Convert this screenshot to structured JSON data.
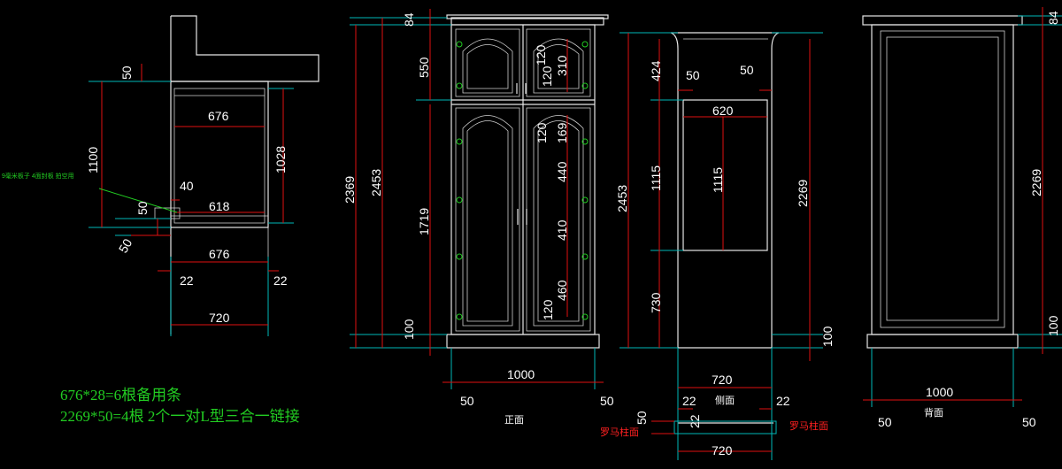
{
  "section": {
    "d_50_top": "50",
    "d_1100": "1100",
    "d_1028": "1028",
    "d_676_inner": "676",
    "d_40": "40",
    "d_618": "618",
    "d_50_mid": "50",
    "d_50_low": "50",
    "d_676_bottom": "676",
    "d_22_left": "22",
    "d_22_right": "22",
    "d_720": "720",
    "green_note": "9毫米板子  4面封板  拍空用"
  },
  "front": {
    "d_84": "84",
    "d_550": "550",
    "d_120_a": "120",
    "d_310": "310",
    "d_120_b": "120",
    "d_120_c": "120",
    "d_169": "169",
    "d_2369": "2369",
    "d_2453": "2453",
    "d_1719": "1719",
    "d_440": "440",
    "d_410": "410",
    "d_460": "460",
    "d_120_d": "120",
    "d_100": "100",
    "d_1000": "1000",
    "d_50_left": "50",
    "d_50_right": "50",
    "caption": "正面"
  },
  "side": {
    "d_2453": "2453",
    "d_424": "424",
    "d_1115_left": "1115",
    "d_730": "730",
    "d_50_a": "50",
    "d_50_b": "50",
    "d_620": "620",
    "d_1115_inner": "1115",
    "d_2269": "2269",
    "d_100": "100",
    "d_720_top": "720",
    "caption": "侧面",
    "d_22_a": "22",
    "d_22_b": "22",
    "d_50_detail": "50",
    "d_22_c": "22",
    "roman_left": "罗马柱面",
    "roman_right": "罗马柱面",
    "d_720_bottom": "720"
  },
  "back": {
    "d_84": "84",
    "d_2269": "2269",
    "d_100": "100",
    "d_1000": "1000",
    "d_50_left": "50",
    "d_50_right": "50",
    "caption": "背面"
  },
  "notes": {
    "line1": "676*28=6根备用条",
    "line2": "2269*50=4根  2个一对L型三合一链接"
  }
}
